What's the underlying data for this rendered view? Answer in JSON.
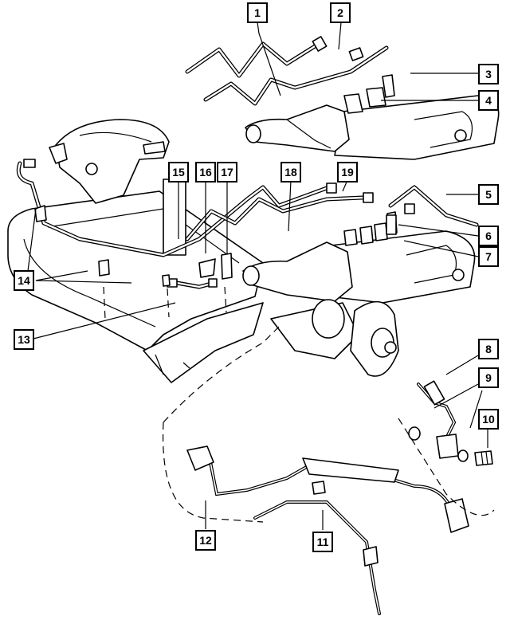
{
  "callouts": [
    {
      "label": "1"
    },
    {
      "label": "2"
    },
    {
      "label": "3"
    },
    {
      "label": "4"
    },
    {
      "label": "5"
    },
    {
      "label": "6"
    },
    {
      "label": "7"
    },
    {
      "label": "8"
    },
    {
      "label": "9"
    },
    {
      "label": "10"
    },
    {
      "label": "11"
    },
    {
      "label": "12"
    },
    {
      "label": "13"
    },
    {
      "label": "14"
    },
    {
      "label": "15"
    },
    {
      "label": "16"
    },
    {
      "label": "17"
    },
    {
      "label": "18"
    },
    {
      "label": "19"
    }
  ]
}
